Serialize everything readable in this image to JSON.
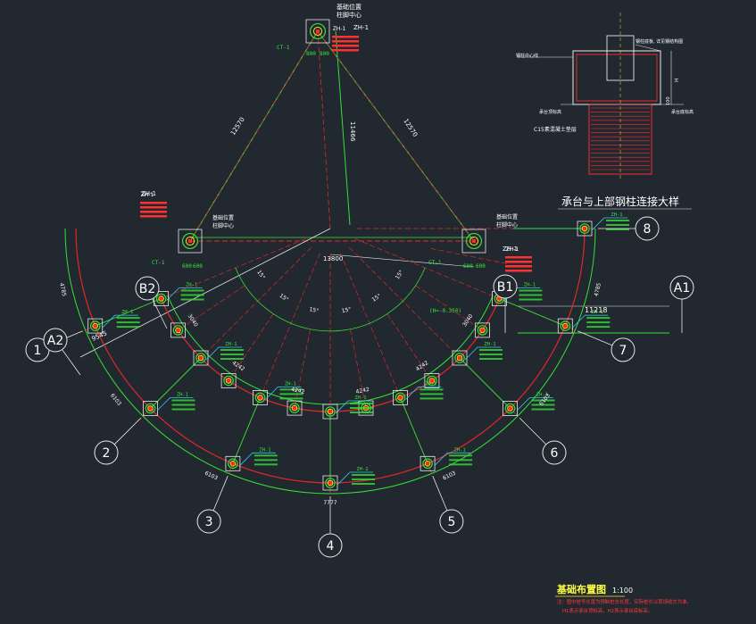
{
  "colors": {
    "background": "#212830",
    "beam_green": "#35e035",
    "axis_red": "#e02828",
    "dim_white": "#e8e8e8",
    "pile_red": "#ff2a2a",
    "column_yellow": "#ffe020",
    "leader_cyan": "#33ccee",
    "note_red": "#ff3030"
  },
  "grid_axes": {
    "numbered": [
      "1",
      "2",
      "3",
      "4",
      "5",
      "6",
      "7",
      "8"
    ],
    "lettered": [
      "A2",
      "B2",
      "B1",
      "A1"
    ]
  },
  "top_labels": {
    "center_tag": "ZH-1",
    "center_note_1": "基础位置",
    "center_note_2": "柱脚中心",
    "left_tag": "ZH-1",
    "left_note_1": "基础位置",
    "left_note_2": "柱脚中心",
    "right_tag": "ZH-1",
    "right_note_1": "基础位置",
    "right_note_2": "柱脚中心",
    "pit_tag": "CT-1",
    "pit_elev": "(H=-0.350)",
    "dim_800": "800",
    "dim_600": "600"
  },
  "dimensions": {
    "span_center": "13800",
    "horizontal": "11218",
    "radius": "9545",
    "chord_left": "12570",
    "chord_right": "12570",
    "vertical": "11466",
    "arc_angles": [
      "15°",
      "15°",
      "15°",
      "15°",
      "15°",
      "15°"
    ],
    "arc_segments": [
      "3040",
      "4242",
      "4242",
      "4242",
      "4242",
      "3040"
    ],
    "outer_segments": [
      "4785",
      "6103",
      "6103",
      "7777",
      "6103",
      "6103",
      "4785"
    ]
  },
  "detail": {
    "title": "承台与上部钢柱连接大样",
    "label_top": "钢柱底板, 详见钢结构图",
    "label_left": "钢柱中心线",
    "label_pit": "C15素混凝土垫层",
    "elev_left": "承台顶标高",
    "elev_right": "承台底标高",
    "dim_100": "100",
    "dim_h": "H"
  },
  "footer": {
    "title": "基础布置图",
    "scale": "1:100",
    "note_1": "注：图中桩号长度为预制桩总长度，实际桩长以现场收方为准。",
    "note_2": "H1表示承台顶标高，H2表示承台底标高。"
  },
  "pile_tag": "ZH-1",
  "cap_tag": "CT-1"
}
